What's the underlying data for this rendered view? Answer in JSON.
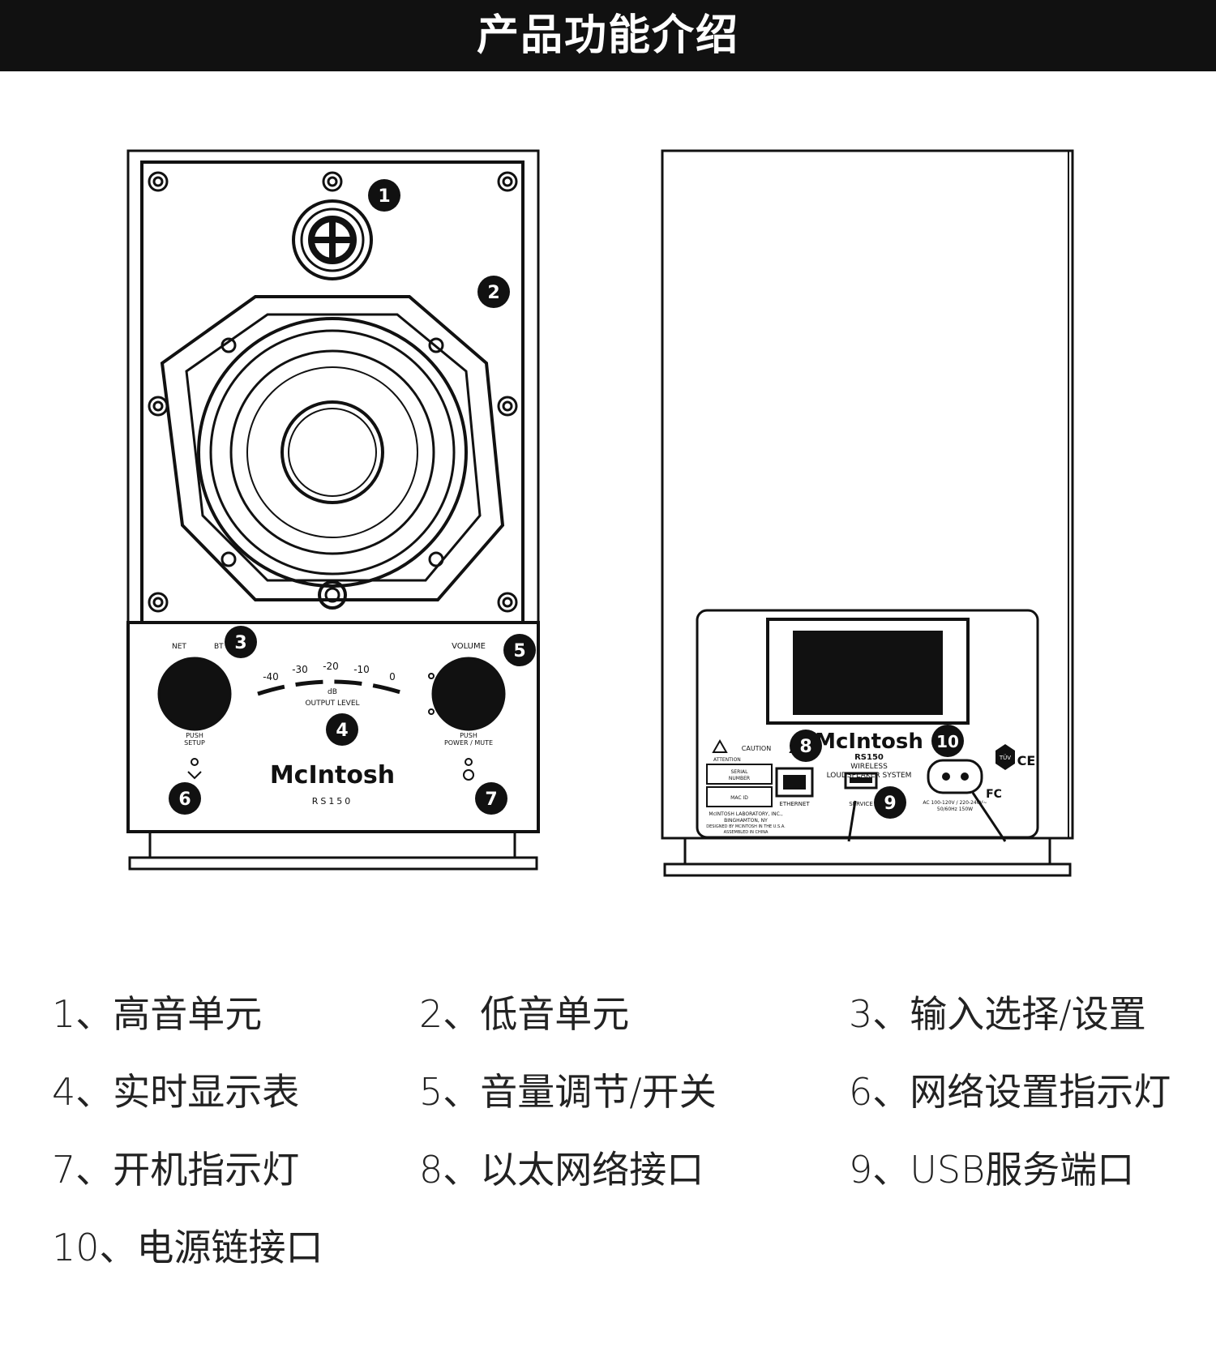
{
  "header": {
    "title": "产品功能介绍"
  },
  "front_panel": {
    "switch_labels": {
      "net": "NET",
      "bt": "BT",
      "volume": "VOLUME"
    },
    "meter_scale": [
      "-40",
      "-30",
      "-20",
      "-10",
      "0"
    ],
    "meter_unit": "dB",
    "meter_label": "OUTPUT LEVEL",
    "left_knob_label": [
      "PUSH",
      "SETUP"
    ],
    "right_knob_label": [
      "PUSH",
      "POWER / MUTE"
    ],
    "brand": "McIntosh",
    "model": "RS150"
  },
  "rear_panel": {
    "brand": "McIntosh",
    "model": "RS150",
    "product_line1": "WIRELESS",
    "product_line2": "LOUDSPEAKER SYSTEM",
    "caution": "CAUTION",
    "attention": "ATTENTION",
    "serial_number": [
      "SERIAL",
      "NUMBER"
    ],
    "mac_id": "MAC ID",
    "ethernet": "ETHERNET",
    "service": "SERVICE",
    "power_rating": [
      "AC 100-120V / 220-240V~",
      "50/60Hz  150W"
    ],
    "manufacturer": [
      "McINTOSH LABORATORY, INC.,",
      "BINGHAMTON, NY",
      "DESIGNED BY MCINTOSH IN THE U.S.A.",
      "ASSEMBLED IN CHINA"
    ],
    "cert_marks": [
      "TÜV",
      "CE",
      "FC"
    ]
  },
  "callouts": [
    "1",
    "2",
    "3",
    "4",
    "5",
    "6",
    "7",
    "8",
    "9",
    "10"
  ],
  "legend": [
    "1、高音单元",
    "2、低音单元",
    "3、输入选择/设置",
    "4、实时显示表",
    "5、音量调节/开关",
    "6、网络设置指示灯",
    "7、开机指示灯",
    "8、以太网络接口",
    "9、USB服务端口",
    "10、电源链接口"
  ]
}
